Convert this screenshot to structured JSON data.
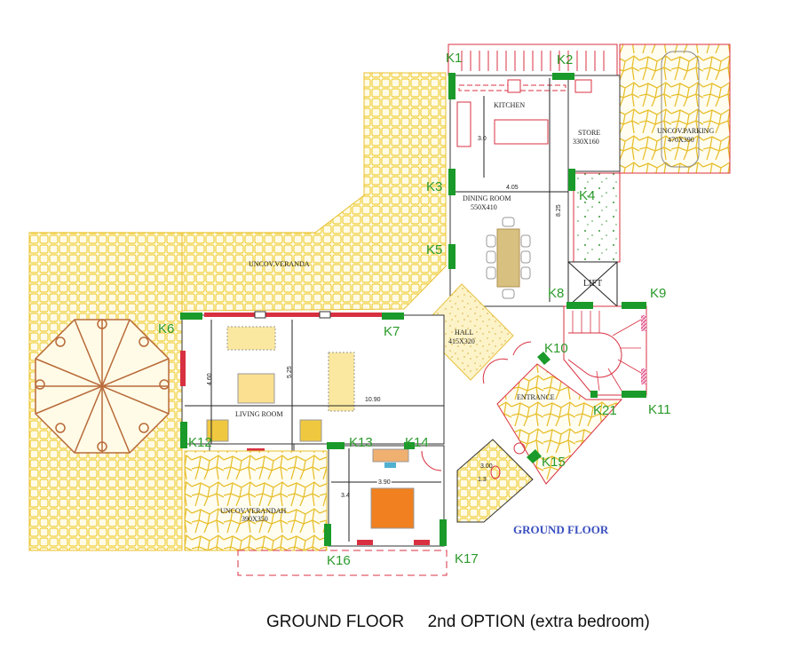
{
  "rooms": {
    "kitchen": "KITCHEN",
    "store": "STORE",
    "store_size": "330X160",
    "parking": "UNCOV.PARKING",
    "parking_size": "470X390",
    "dining": "DINING ROOM",
    "dining_size": "550X410",
    "lift": "LIFT",
    "veranda": "UNCOV.VERANDA",
    "hall": "HALL",
    "hall_size": "415X320",
    "living": "LIVING ROOM",
    "entrance": "ENTRANCE",
    "verandah2": "UNCOV.VERANDAH",
    "verandah2_size": "390X350"
  },
  "dimensions": {
    "kitchen_depth": "3.0",
    "dining_width": "4.05",
    "dining_length": "8.25",
    "living_depth_a": "4.60",
    "living_depth_b": "5.25",
    "living_length": "10.90",
    "bedroom_width": "3.90",
    "bedroom_depth": "3.4",
    "bath_a": "3.00",
    "bath_b": "1.3"
  },
  "columns": [
    "K1",
    "K2",
    "K3",
    "K4",
    "K5",
    "K6",
    "K7",
    "K8",
    "K9",
    "K10",
    "K11",
    "K12",
    "K13",
    "K14",
    "K15",
    "K16",
    "K17",
    "K21"
  ],
  "plan_label": "GROUND FLOOR",
  "caption": {
    "title": "GROUND FLOOR",
    "option": "2nd OPTION (extra bedroom)"
  },
  "colors": {
    "tile": "#f0d040",
    "wall_red": "#d83040",
    "column_green": "#1a9a2a",
    "label_green": "#2a9a2a",
    "plan_title_blue": "#3a4fbf"
  }
}
